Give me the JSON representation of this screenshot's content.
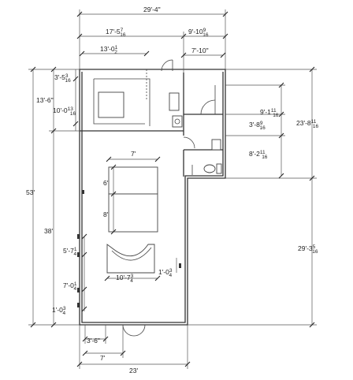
{
  "plan": {
    "dims": {
      "top_overall": "29'-4\"",
      "top_left": {
        "whole": "17'-5",
        "num": "7",
        "den": "16"
      },
      "top_right": {
        "whole": "9'-10",
        "num": "9",
        "den": "16"
      },
      "inner_top": {
        "whole": "13'-0",
        "num": "1",
        "den": "2"
      },
      "right_room_top": "7'-10\"",
      "left_overall": "53'",
      "left_upper": "13'-6\"",
      "left_lower": "38'",
      "left_small": {
        "whole": "3'-5",
        "num": "3",
        "den": "16"
      },
      "left_mid": {
        "whole": "10'-0",
        "num": "13",
        "den": "16"
      },
      "right_a": {
        "whole": "9'-1",
        "num": "11",
        "den": "16"
      },
      "right_b": {
        "whole": "3'-8",
        "num": "9",
        "den": "16"
      },
      "right_c": {
        "whole": "8'-2",
        "num": "11",
        "den": "16"
      },
      "right_overall": {
        "whole": "23'-8",
        "num": "11",
        "den": "16"
      },
      "right_lower": {
        "whole": "29'-3",
        "num": "5",
        "den": "16"
      },
      "sofa_width": "7'",
      "sofa_a": "6'",
      "sofa_b": "8'",
      "desk_width": {
        "whole": "10'-7",
        "num": "3",
        "den": "4"
      },
      "desk_gap": {
        "whole": "1'-0",
        "num": "3",
        "den": "4"
      },
      "wall_a": {
        "whole": "5'-7",
        "num": "1",
        "den": "4"
      },
      "wall_b": {
        "whole": "7'-0",
        "num": "1",
        "den": "4"
      },
      "wall_c": {
        "whole": "1'-0",
        "num": "3",
        "den": "4"
      },
      "door_small": "3'-6\"",
      "entry": "7'",
      "bottom_overall": "23'"
    }
  }
}
